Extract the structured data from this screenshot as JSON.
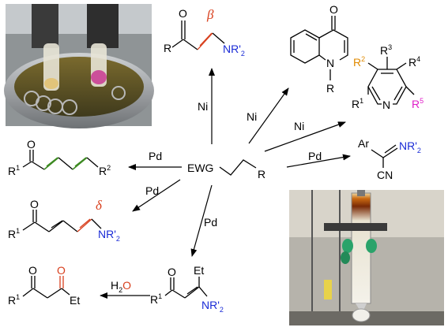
{
  "center": {
    "label": "EWG",
    "r": "R"
  },
  "catalysts": {
    "ni1": "Ni",
    "ni2": "Ni",
    "ni3": "Ni",
    "pd1": "Pd",
    "pd2": "Pd",
    "pd3": "Pd",
    "pd4": "Pd"
  },
  "enaminone": {
    "r": "R",
    "n": "NR'",
    "sub": "2",
    "greek": "β"
  },
  "quinolone": {
    "r": "R",
    "n": "N"
  },
  "pyridine": {
    "r1": "R",
    "r1sub": "1",
    "r2": "R",
    "r2sub": "2",
    "r3": "R",
    "r3sub": "3",
    "r4": "R",
    "r4sub": "4",
    "r5": "R",
    "r5sub": "5",
    "n": "N"
  },
  "acrylonitrile": {
    "ar": "Ar",
    "cn": "CN",
    "n": "NR'",
    "sub": "2"
  },
  "diene": {
    "r1": "R",
    "r1sub": "1",
    "r2": "R",
    "r2sub": "2"
  },
  "dienamine": {
    "r1": "R",
    "r1sub": "1",
    "n": "NR'",
    "sub": "2",
    "greek": "δ"
  },
  "etenamine": {
    "r1": "R",
    "r1sub": "1",
    "et": "Et",
    "n": "NR'",
    "sub": "2"
  },
  "diketone": {
    "r1": "R",
    "r1sub": "1",
    "et": "Et"
  },
  "hydrolysis": {
    "h": "H",
    "sub": "2",
    "o": "O"
  },
  "colors": {
    "red": "#d8401e",
    "blue": "#1a2bd6",
    "green": "#3d8a22",
    "orange": "#e08a00",
    "magenta": "#e01ec8"
  }
}
